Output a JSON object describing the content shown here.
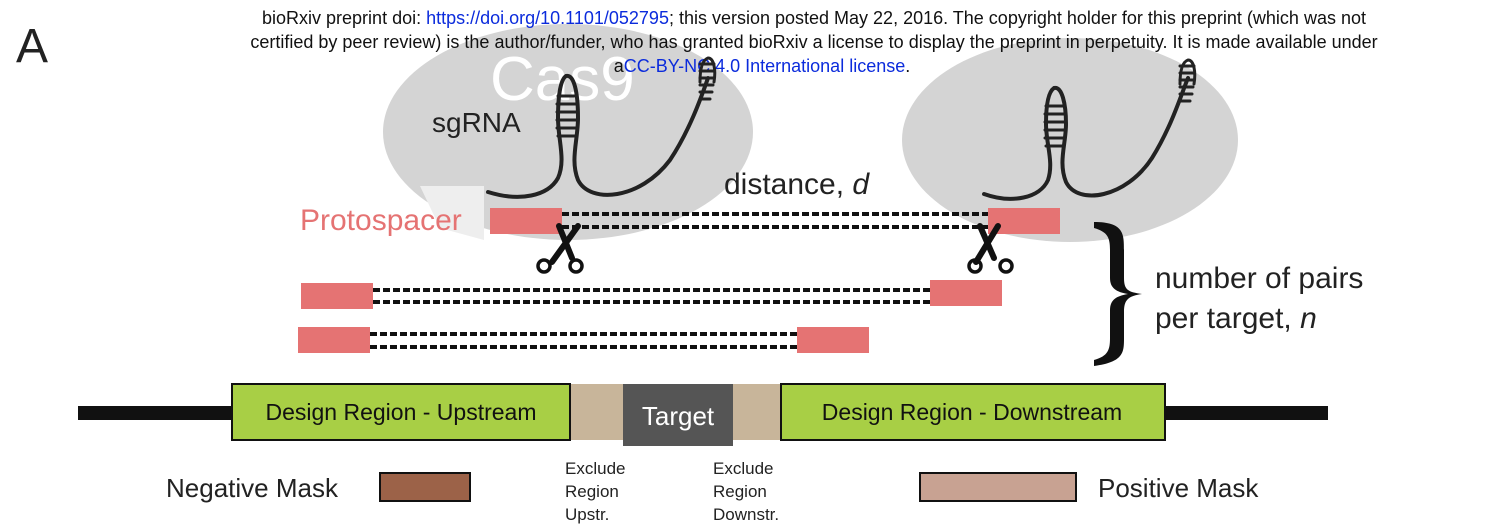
{
  "panel_label": "A",
  "header": {
    "line1_pre": "bioRxiv preprint doi: ",
    "doi_link": "https://doi.org/10.1101/052795",
    "line1_post": "; this version posted May 22, 2016. The copyright holder for this preprint (which was not",
    "line2": "certified by peer review) is the author/funder, who has granted bioRxiv a license to display the preprint in perpetuity. It is made available under",
    "line3_pre": "a",
    "license_link": "CC-BY-NC 4.0 International license",
    "line3_post": "."
  },
  "labels": {
    "cas9": "Cas9",
    "sgrna": "sgRNA",
    "distance_prefix": "distance, ",
    "distance_var": "d",
    "protospacer": "Protospacer",
    "pairs_line1": "number of pairs",
    "pairs_line2_prefix": "per target, ",
    "pairs_var": "n"
  },
  "regions": {
    "upstream": "Design Region - Upstream",
    "target": "Target",
    "downstream": "Design Region - Downstream",
    "exclude_up": [
      "Exclude",
      "Region",
      "Upstr."
    ],
    "exclude_down": [
      "Exclude",
      "Region",
      "Downstr."
    ]
  },
  "legend": {
    "negative": "Negative Mask",
    "positive": "Positive Mask"
  },
  "colors": {
    "cas9_fill": "#d4d4d4",
    "protospacer": "#e57373",
    "design_region": "#a8cf45",
    "exclude_region": "#c8b59a",
    "target": "#555555",
    "negative_mask": "#9c6248",
    "positive_mask": "#c8a292",
    "link": "#0b2bdc"
  }
}
